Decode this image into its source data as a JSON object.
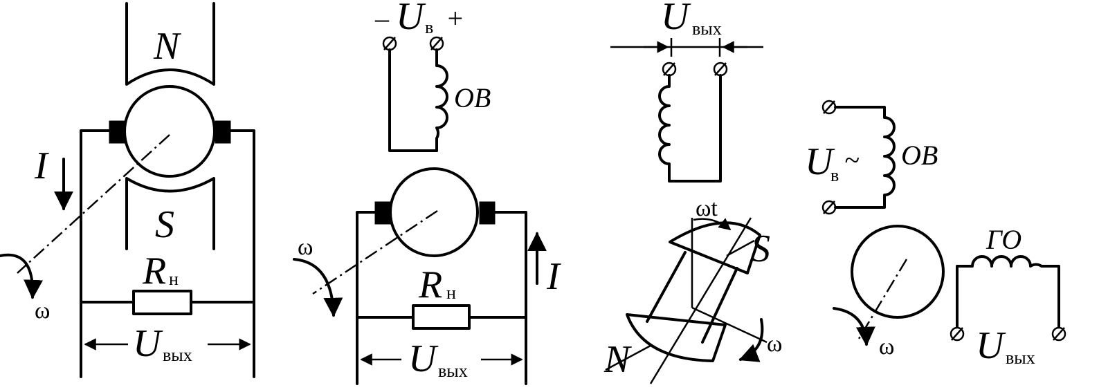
{
  "labels": {
    "north": "N",
    "south": "S",
    "current": "I",
    "omega": "ω",
    "resistor_main": "R",
    "resistor_sub": "н",
    "voltage_main": "U",
    "output_sub": "вых",
    "excitation_sub": "в",
    "minus": "–",
    "plus": "+",
    "field_winding": "ОВ",
    "generator_winding": "ГО",
    "angle": "ωt",
    "ac_tilde": "~"
  }
}
